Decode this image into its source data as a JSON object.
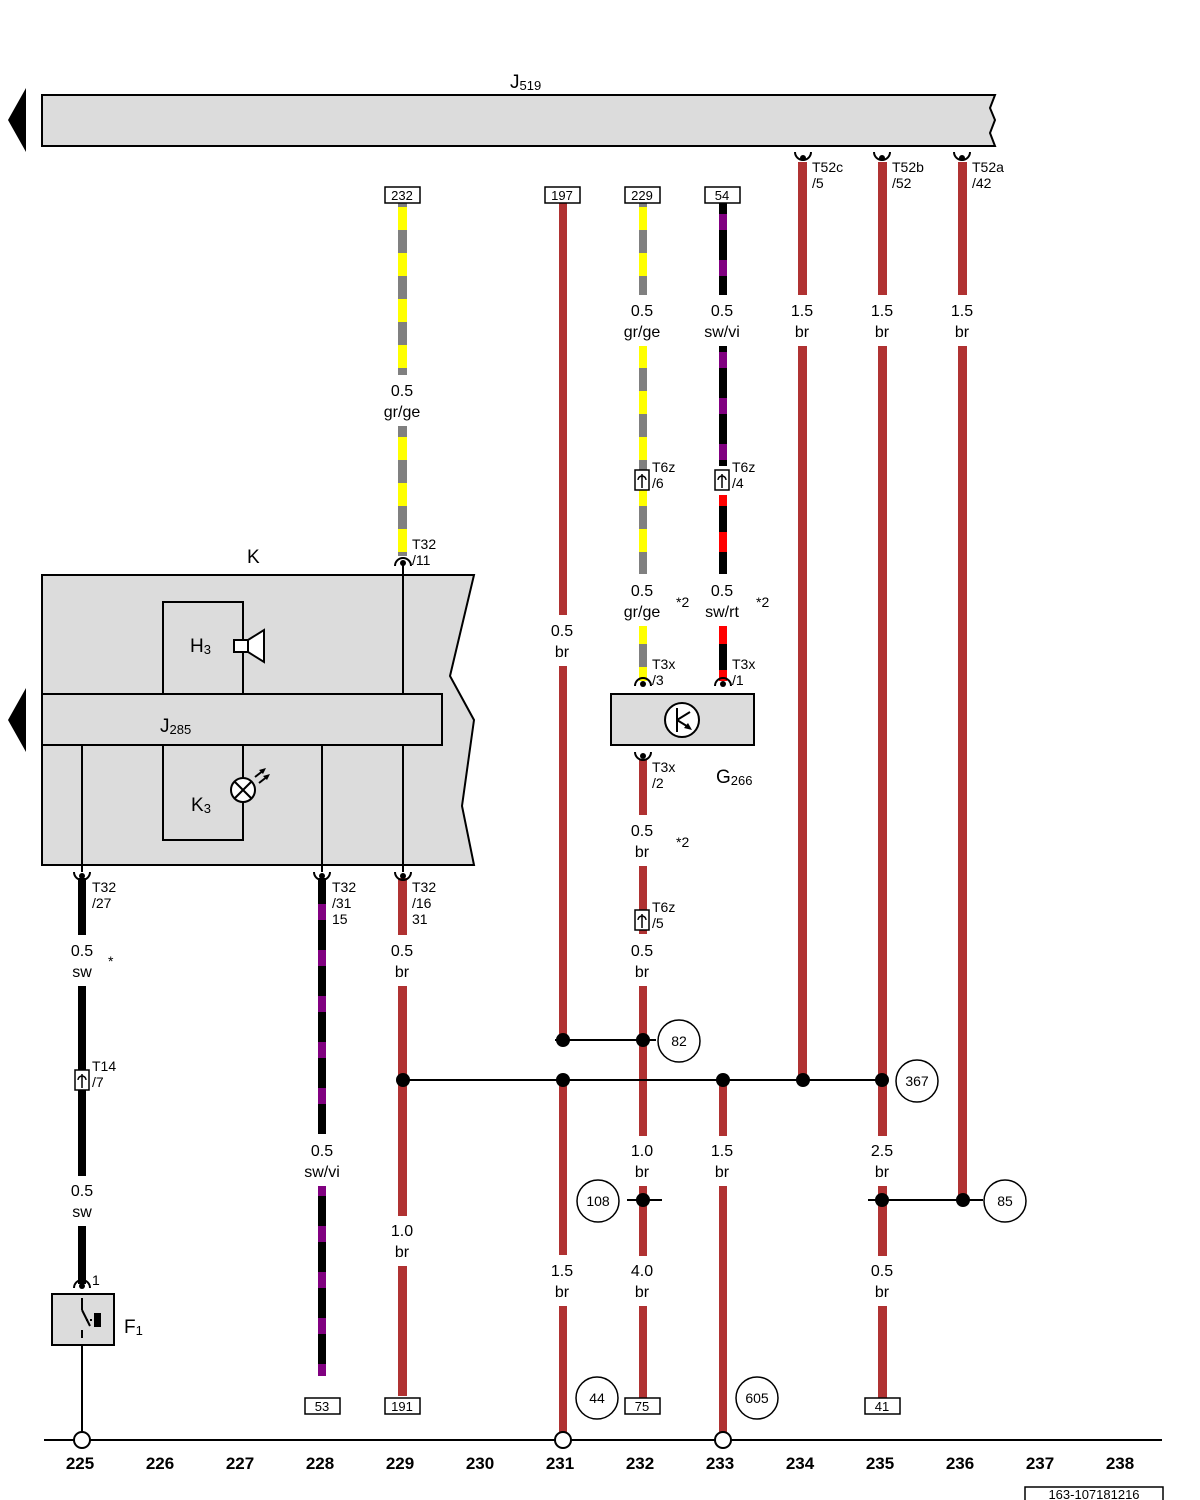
{
  "colors": {
    "brown": "#b03232",
    "black": "#000000",
    "gray": "#808080",
    "yellow": "#ffff00",
    "violet": "#800080",
    "red": "#ff0000",
    "panel": "#dcdcdc"
  },
  "components": {
    "J519": {
      "name": "J",
      "sub": "519"
    },
    "K": {
      "name": "K"
    },
    "H3": {
      "name": "H",
      "sub": "3"
    },
    "J285": {
      "name": "J",
      "sub": "285"
    },
    "K3": {
      "name": "K",
      "sub": "3"
    },
    "G266": {
      "name": "G",
      "sub": "266"
    },
    "F1": {
      "name": "F",
      "sub": "1"
    }
  },
  "connectors": {
    "t52c": [
      "T52c",
      "/5"
    ],
    "t52b": [
      "T52b",
      "/52"
    ],
    "t52a": [
      "T52a",
      "/42"
    ],
    "t32_11": [
      "T32",
      "/11"
    ],
    "t6z_6": [
      "T6z",
      "/6"
    ],
    "t6z_4": [
      "T6z",
      "/4"
    ],
    "t6z_5": [
      "T6z",
      "/5"
    ],
    "t3x_3": [
      "T3x",
      "/3"
    ],
    "t3x_1": [
      "T3x",
      "/1"
    ],
    "t3x_2": [
      "T3x",
      "/2"
    ],
    "t32_27": [
      "T32",
      "/27"
    ],
    "t32_31": [
      "T32",
      "/31",
      "15"
    ],
    "t32_16": [
      "T32",
      "/16",
      "31"
    ],
    "t14_7": [
      "T14",
      "/7"
    ],
    "f1_pin": "1"
  },
  "top_refs": {
    "r232": "232",
    "r197": "197",
    "r229": "229",
    "r54": "54"
  },
  "bottom_refs": {
    "r53": "53",
    "r191": "191",
    "r75": "75",
    "r41": "41"
  },
  "wire_labels": {
    "w1": [
      "0.5",
      "gr/ge"
    ],
    "w2": [
      "0.5",
      "gr/ge"
    ],
    "w3": [
      "0.5",
      "sw/vi"
    ],
    "w4": [
      "1.5",
      "br"
    ],
    "w5": [
      "1.5",
      "br"
    ],
    "w6": [
      "1.5",
      "br"
    ],
    "w7": [
      "0.5",
      "gr/ge"
    ],
    "w8": [
      "0.5",
      "sw/rt"
    ],
    "w9": [
      "0.5",
      "br"
    ],
    "w10": [
      "0.5",
      "br"
    ],
    "w11": [
      "0.5",
      "sw"
    ],
    "w12": [
      "0.5",
      "br"
    ],
    "w13": [
      "0.5",
      "sw"
    ],
    "w14": [
      "0.5",
      "sw/vi"
    ],
    "w15": [
      "1.0",
      "br"
    ],
    "w16": [
      "1.0",
      "br"
    ],
    "w17": [
      "1.5",
      "br"
    ],
    "w18": [
      "2.5",
      "br"
    ],
    "w19": [
      "1.5",
      "br"
    ],
    "w20": [
      "4.0",
      "br"
    ],
    "w21": [
      "0.5",
      "br"
    ],
    "w22": [
      "0.5",
      "br"
    ]
  },
  "footnotes": {
    "n1": "*2",
    "n2": "*2",
    "n3": "*2",
    "n4": "*"
  },
  "circle_refs": {
    "c82": "82",
    "c367": "367",
    "c108": "108",
    "c85": "85",
    "c44": "44",
    "c605": "605"
  },
  "axis_numbers": [
    "225",
    "226",
    "227",
    "228",
    "229",
    "230",
    "231",
    "232",
    "233",
    "234",
    "235",
    "236",
    "237",
    "238"
  ],
  "doc_id": "163-107181216"
}
